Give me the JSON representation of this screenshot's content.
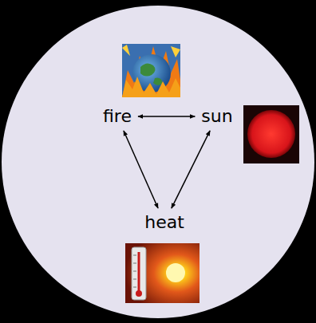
{
  "diagram": {
    "nodes": [
      {
        "text": [
          "fire"
        ]
      },
      {
        "text": [
          "sun"
        ]
      },
      {
        "text": [
          "heat"
        ]
      }
    ],
    "edges": [
      {
        "from": 0,
        "to": 1,
        "arrow": "both"
      },
      {
        "from": 0,
        "to": 2,
        "arrow": "both"
      },
      {
        "from": 1,
        "to": 2,
        "arrow": "both"
      }
    ]
  }
}
